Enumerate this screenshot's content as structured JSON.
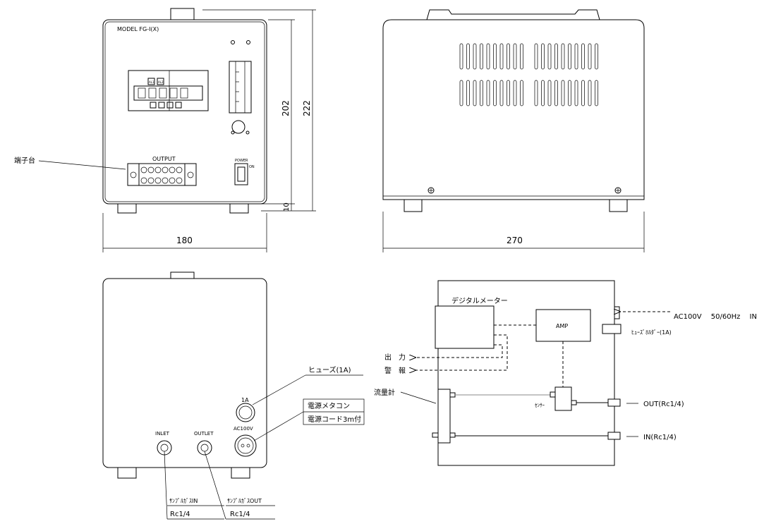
{
  "front_view": {
    "model_label": "MODEL  FG-I(X)",
    "alarm_labels": [
      "AL1",
      "AL2"
    ],
    "output_label": "OUTPUT",
    "power_label": "POWER",
    "on_label": "ON",
    "terminal_label": "端子台",
    "dim_width": "180",
    "dim_height_body": "202",
    "dim_height_total": "222",
    "dim_foot": "10"
  },
  "side_view": {
    "dim_depth": "270"
  },
  "rear_view": {
    "fuse_rating": "1A",
    "ac_label": "AC100V",
    "inlet_label": "INLET",
    "outlet_label": "OUTLET",
    "callout_fuse": "ヒューズ(1A)",
    "callout_power_connector": "電源メタコン",
    "callout_power_cord": "電源コード3m付",
    "callout_sample_in": "ｻﾝﾌﾟﾙｶﾞｽIN",
    "callout_sample_in_size": "Rc1/4",
    "callout_sample_out": "ｻﾝﾌﾟﾙｶﾞｽOUT",
    "callout_sample_out_size": "Rc1/4"
  },
  "block_diagram": {
    "digital_meter": "デジタルメーター",
    "amp": "AMP",
    "output": "出　力",
    "alarm": "警　報",
    "flow_meter": "流量計",
    "sensor": "ｾﾝｻｰ",
    "power_in": "AC100V　 50/60Hz　 IN",
    "fuse_holder": "ﾋｭｰｽﾞﾎﾙﾀﾞｰ(1A)",
    "gas_out": "OUT(Rc1/4)",
    "gas_in": "IN(Rc1/4)"
  }
}
